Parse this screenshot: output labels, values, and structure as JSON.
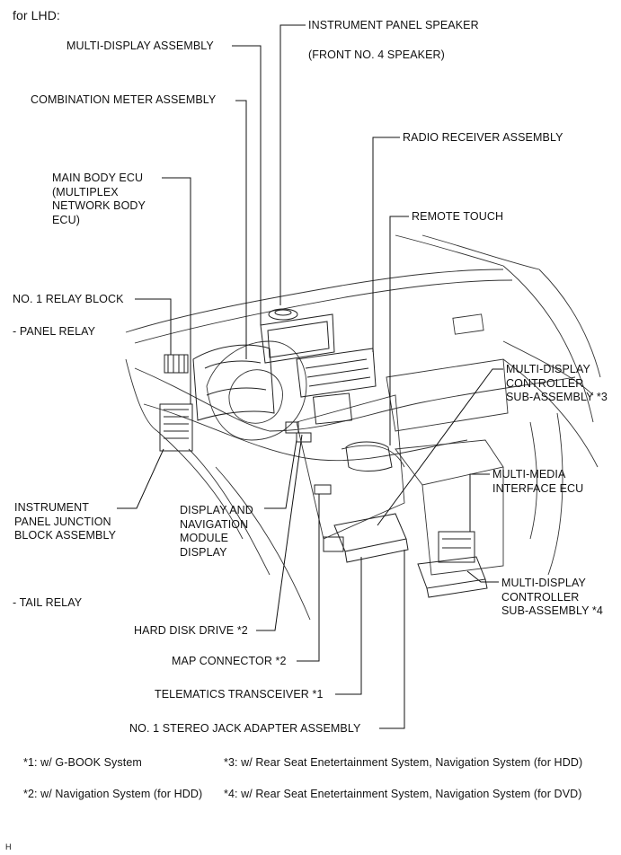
{
  "header": "for LHD:",
  "labels": {
    "instrument_panel_speaker": "INSTRUMENT PANEL SPEAKER",
    "front_no4_speaker": "(FRONT NO. 4 SPEAKER)",
    "multi_display_assembly": "MULTI-DISPLAY ASSEMBLY",
    "combination_meter_assembly": "COMBINATION METER ASSEMBLY",
    "radio_receiver_assembly": "RADIO RECEIVER ASSEMBLY",
    "main_body_ecu": "MAIN BODY ECU\n(MULTIPLEX\nNETWORK BODY\nECU)",
    "remote_touch": "REMOTE TOUCH",
    "no1_relay_block": "NO. 1 RELAY BLOCK",
    "panel_relay": "- PANEL RELAY",
    "multi_display_controller_3": "MULTI-DISPLAY\nCONTROLLER\nSUB-ASSEMBLY *3",
    "multi_media_interface_ecu": "MULTI-MEDIA\nINTERFACE ECU",
    "instrument_panel_junction_block": "INSTRUMENT\nPANEL JUNCTION\nBLOCK ASSEMBLY",
    "display_navigation_module": "DISPLAY AND\nNAVIGATION\nMODULE\nDISPLAY",
    "multi_display_controller_4": "MULTI-DISPLAY\nCONTROLLER\nSUB-ASSEMBLY *4",
    "tail_relay": "- TAIL RELAY",
    "hard_disk_drive": "HARD DISK DRIVE *2",
    "map_connector": "MAP CONNECTOR *2",
    "telematics_transceiver": "TELEMATICS TRANSCEIVER *1",
    "no1_stereo_jack": "NO. 1 STEREO JACK ADAPTER ASSEMBLY"
  },
  "notes": {
    "n1": "*1: w/ G-BOOK System",
    "n2": "*2: w/ Navigation System (for HDD)",
    "n3": "*3: w/ Rear Seat Enetertainment System, Navigation System (for HDD)",
    "n4": "*4: w/ Rear Seat Enetertainment System, Navigation System (for DVD)"
  },
  "figure_code": "H"
}
